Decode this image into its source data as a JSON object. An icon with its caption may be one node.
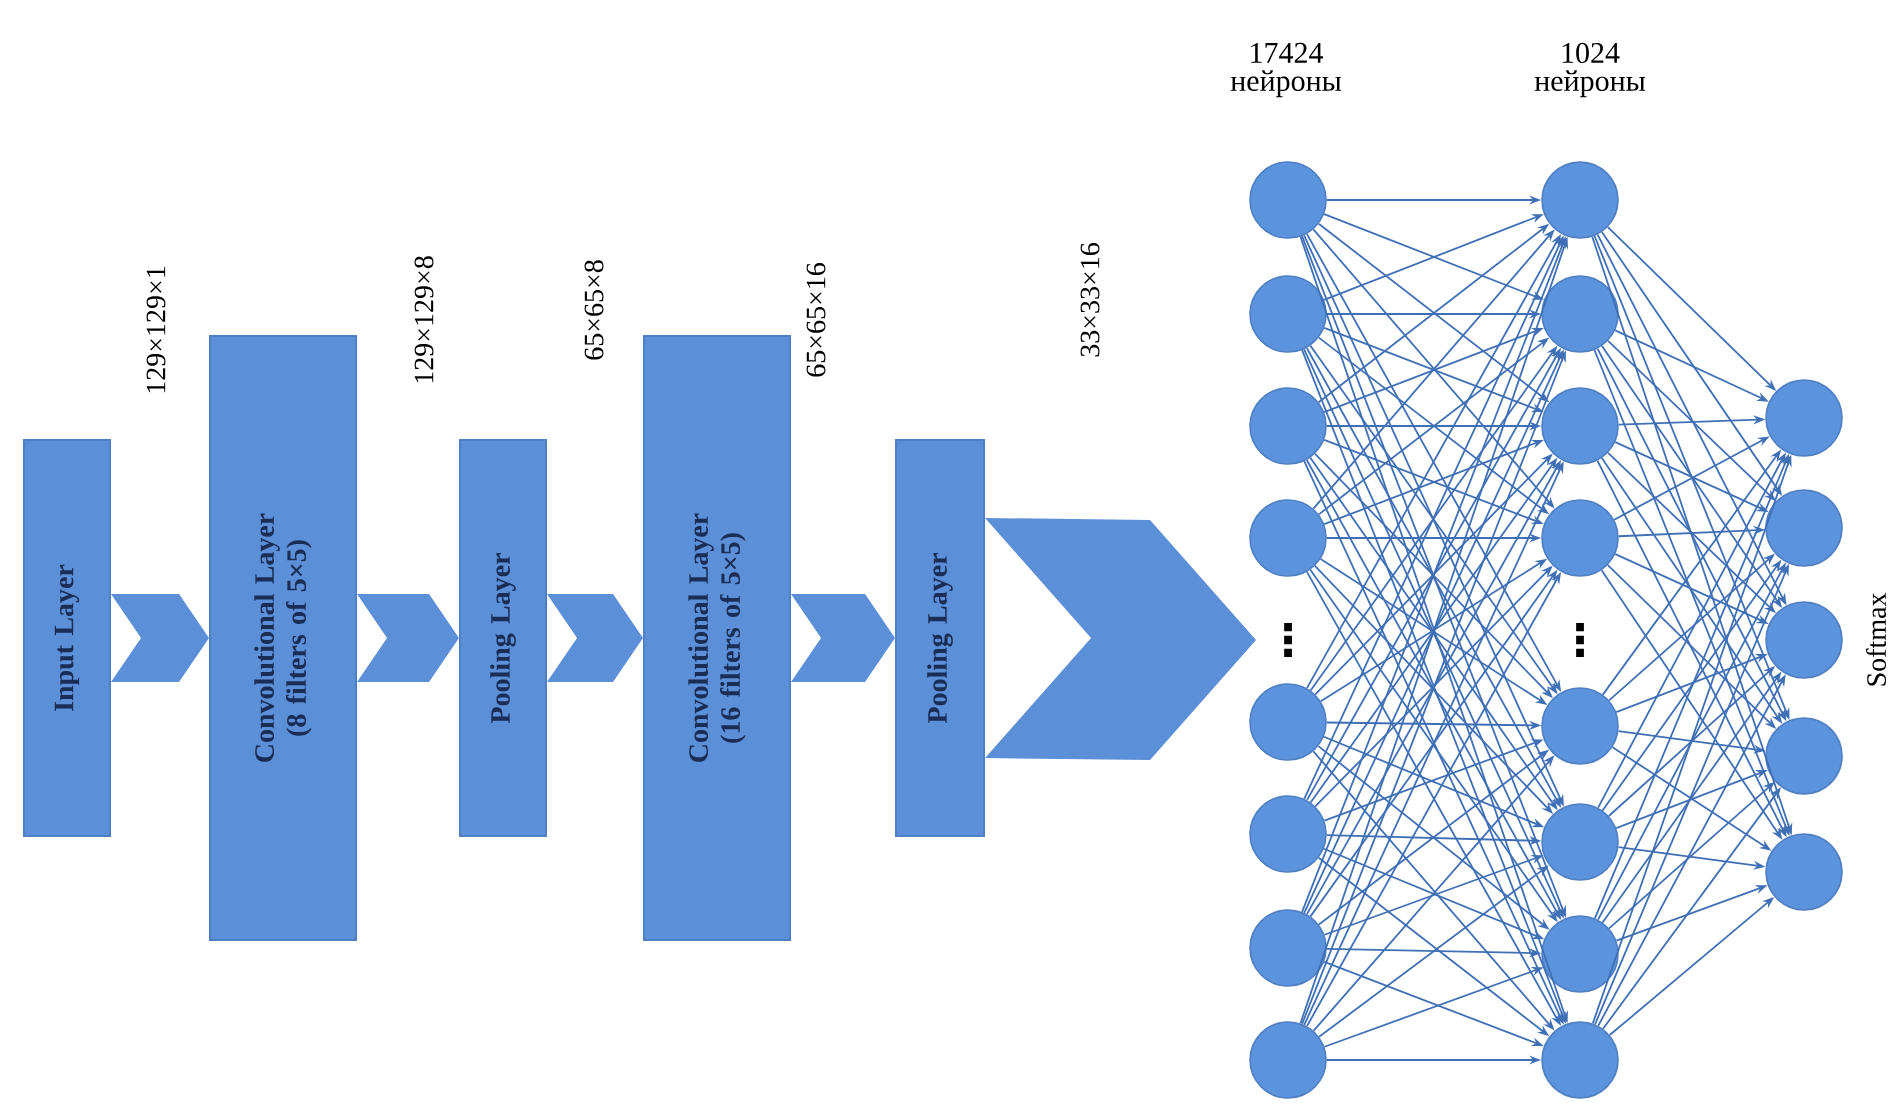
{
  "diagram": {
    "nodes": [
      {
        "text": [
          "Input Layer"
        ]
      },
      {
        "text": [
          "Convolutional Layer (8 filters of 5×5)"
        ]
      },
      {
        "text": [
          "Pooling Layer"
        ]
      },
      {
        "text": [
          "Convolutional Layer (16 filters of 5×5)"
        ]
      },
      {
        "text": [
          "Pooling Layer"
        ]
      },
      {
        "text": [],
        "shape": "circle"
      },
      {
        "text": [],
        "shape": "circle"
      },
      {
        "text": [],
        "shape": "circle"
      },
      {
        "text": [],
        "shape": "circle"
      },
      {
        "text": [],
        "shape": "circle"
      },
      {
        "text": [],
        "shape": "circle"
      },
      {
        "text": [],
        "shape": "circle"
      },
      {
        "text": [],
        "shape": "circle"
      },
      {
        "text": [],
        "shape": "circle"
      },
      {
        "text": [],
        "shape": "circle"
      },
      {
        "text": [],
        "shape": "circle"
      },
      {
        "text": [],
        "shape": "circle"
      },
      {
        "text": [],
        "shape": "circle"
      },
      {
        "text": [],
        "shape": "circle"
      },
      {
        "text": [],
        "shape": "circle"
      },
      {
        "text": [],
        "shape": "circle"
      },
      {
        "text": [],
        "shape": "circle"
      },
      {
        "text": [],
        "shape": "circle"
      },
      {
        "text": [],
        "shape": "circle"
      },
      {
        "text": [],
        "shape": "circle"
      },
      {
        "text": [],
        "shape": "circle"
      }
    ],
    "edges": [
      {
        "from": 0,
        "to": 1,
        "arrow": "to",
        "style": "thick"
      },
      {
        "from": 1,
        "to": 2,
        "arrow": "to",
        "style": "thick"
      },
      {
        "from": 2,
        "to": 3,
        "arrow": "to",
        "style": "thick"
      },
      {
        "from": 3,
        "to": 4,
        "arrow": "to",
        "style": "thick"
      },
      {
        "from": 4,
        "to": null,
        "arrow": "to",
        "style": "thick"
      },
      {
        "from": 5,
        "to": 13,
        "arrow": "to"
      },
      {
        "from": 5,
        "to": 14,
        "arrow": "to"
      },
      {
        "from": 5,
        "to": 15,
        "arrow": "to"
      },
      {
        "from": 5,
        "to": 16,
        "arrow": "to"
      },
      {
        "from": 5,
        "to": 17,
        "arrow": "to"
      },
      {
        "from": 5,
        "to": 18,
        "arrow": "to"
      },
      {
        "from": 5,
        "to": 19,
        "arrow": "to"
      },
      {
        "from": 5,
        "to": 20,
        "arrow": "to"
      },
      {
        "from": 6,
        "to": 13,
        "arrow": "to"
      },
      {
        "from": 6,
        "to": 14,
        "arrow": "to"
      },
      {
        "from": 6,
        "to": 15,
        "arrow": "to"
      },
      {
        "from": 6,
        "to": 16,
        "arrow": "to"
      },
      {
        "from": 6,
        "to": 17,
        "arrow": "to"
      },
      {
        "from": 6,
        "to": 18,
        "arrow": "to"
      },
      {
        "from": 6,
        "to": 19,
        "arrow": "to"
      },
      {
        "from": 6,
        "to": 20,
        "arrow": "to"
      },
      {
        "from": 7,
        "to": 13,
        "arrow": "to"
      },
      {
        "from": 7,
        "to": 14,
        "arrow": "to"
      },
      {
        "from": 7,
        "to": 15,
        "arrow": "to"
      },
      {
        "from": 7,
        "to": 16,
        "arrow": "to"
      },
      {
        "from": 7,
        "to": 17,
        "arrow": "to"
      },
      {
        "from": 7,
        "to": 18,
        "arrow": "to"
      },
      {
        "from": 7,
        "to": 19,
        "arrow": "to"
      },
      {
        "from": 7,
        "to": 20,
        "arrow": "to"
      },
      {
        "from": 8,
        "to": 13,
        "arrow": "to"
      },
      {
        "from": 8,
        "to": 14,
        "arrow": "to"
      },
      {
        "from": 8,
        "to": 15,
        "arrow": "to"
      },
      {
        "from": 8,
        "to": 16,
        "arrow": "to"
      },
      {
        "from": 8,
        "to": 17,
        "arrow": "to"
      },
      {
        "from": 8,
        "to": 18,
        "arrow": "to"
      },
      {
        "from": 8,
        "to": 19,
        "arrow": "to"
      },
      {
        "from": 8,
        "to": 20,
        "arrow": "to"
      },
      {
        "from": 9,
        "to": 13,
        "arrow": "to"
      },
      {
        "from": 9,
        "to": 14,
        "arrow": "to"
      },
      {
        "from": 9,
        "to": 15,
        "arrow": "to"
      },
      {
        "from": 9,
        "to": 16,
        "arrow": "to"
      },
      {
        "from": 9,
        "to": 17,
        "arrow": "to"
      },
      {
        "from": 9,
        "to": 18,
        "arrow": "to"
      },
      {
        "from": 9,
        "to": 19,
        "arrow": "to"
      },
      {
        "from": 9,
        "to": 20,
        "arrow": "to"
      },
      {
        "from": 10,
        "to": 13,
        "arrow": "to"
      },
      {
        "from": 10,
        "to": 14,
        "arrow": "to"
      },
      {
        "from": 10,
        "to": 15,
        "arrow": "to"
      },
      {
        "from": 10,
        "to": 16,
        "arrow": "to"
      },
      {
        "from": 10,
        "to": 17,
        "arrow": "to"
      },
      {
        "from": 10,
        "to": 18,
        "arrow": "to"
      },
      {
        "from": 10,
        "to": 19,
        "arrow": "to"
      },
      {
        "from": 10,
        "to": 20,
        "arrow": "to"
      },
      {
        "from": 11,
        "to": 13,
        "arrow": "to"
      },
      {
        "from": 11,
        "to": 14,
        "arrow": "to"
      },
      {
        "from": 11,
        "to": 15,
        "arrow": "to"
      },
      {
        "from": 11,
        "to": 16,
        "arrow": "to"
      },
      {
        "from": 11,
        "to": 17,
        "arrow": "to"
      },
      {
        "from": 11,
        "to": 18,
        "arrow": "to"
      },
      {
        "from": 11,
        "to": 19,
        "arrow": "to"
      },
      {
        "from": 11,
        "to": 20,
        "arrow": "to"
      },
      {
        "from": 12,
        "to": 13,
        "arrow": "to"
      },
      {
        "from": 12,
        "to": 14,
        "arrow": "to"
      },
      {
        "from": 12,
        "to": 15,
        "arrow": "to"
      },
      {
        "from": 12,
        "to": 16,
        "arrow": "to"
      },
      {
        "from": 12,
        "to": 17,
        "arrow": "to"
      },
      {
        "from": 12,
        "to": 18,
        "arrow": "to"
      },
      {
        "from": 12,
        "to": 19,
        "arrow": "to"
      },
      {
        "from": 12,
        "to": 20,
        "arrow": "to"
      },
      {
        "from": 13,
        "to": 21,
        "arrow": "to"
      },
      {
        "from": 13,
        "to": 22,
        "arrow": "to"
      },
      {
        "from": 13,
        "to": 23,
        "arrow": "to"
      },
      {
        "from": 13,
        "to": 24,
        "arrow": "to"
      },
      {
        "from": 13,
        "to": 25,
        "arrow": "to"
      },
      {
        "from": 14,
        "to": 21,
        "arrow": "to"
      },
      {
        "from": 14,
        "to": 22,
        "arrow": "to"
      },
      {
        "from": 14,
        "to": 23,
        "arrow": "to"
      },
      {
        "from": 14,
        "to": 24,
        "arrow": "to"
      },
      {
        "from": 14,
        "to": 25,
        "arrow": "to"
      },
      {
        "from": 15,
        "to": 21,
        "arrow": "to"
      },
      {
        "from": 15,
        "to": 22,
        "arrow": "to"
      },
      {
        "from": 15,
        "to": 23,
        "arrow": "to"
      },
      {
        "from": 15,
        "to": 24,
        "arrow": "to"
      },
      {
        "from": 15,
        "to": 25,
        "arrow": "to"
      },
      {
        "from": 16,
        "to": 21,
        "arrow": "to"
      },
      {
        "from": 16,
        "to": 22,
        "arrow": "to"
      },
      {
        "from": 16,
        "to": 23,
        "arrow": "to"
      },
      {
        "from": 16,
        "to": 24,
        "arrow": "to"
      },
      {
        "from": 16,
        "to": 25,
        "arrow": "to"
      },
      {
        "from": 17,
        "to": 21,
        "arrow": "to"
      },
      {
        "from": 17,
        "to": 22,
        "arrow": "to"
      },
      {
        "from": 17,
        "to": 23,
        "arrow": "to"
      },
      {
        "from": 17,
        "to": 24,
        "arrow": "to"
      },
      {
        "from": 17,
        "to": 25,
        "arrow": "to"
      },
      {
        "from": 18,
        "to": 21,
        "arrow": "to"
      },
      {
        "from": 18,
        "to": 22,
        "arrow": "to"
      },
      {
        "from": 18,
        "to": 23,
        "arrow": "to"
      },
      {
        "from": 18,
        "to": 24,
        "arrow": "to"
      },
      {
        "from": 18,
        "to": 25,
        "arrow": "to"
      },
      {
        "from": 19,
        "to": 21,
        "arrow": "to"
      },
      {
        "from": 19,
        "to": 22,
        "arrow": "to"
      },
      {
        "from": 19,
        "to": 23,
        "arrow": "to"
      },
      {
        "from": 19,
        "to": 24,
        "arrow": "to"
      },
      {
        "from": 19,
        "to": 25,
        "arrow": "to"
      },
      {
        "from": 20,
        "to": 21,
        "arrow": "to"
      },
      {
        "from": 20,
        "to": 22,
        "arrow": "to"
      },
      {
        "from": 20,
        "to": 23,
        "arrow": "to"
      },
      {
        "from": 20,
        "to": 24,
        "arrow": "to"
      },
      {
        "from": 20,
        "to": 25,
        "arrow": "to"
      }
    ],
    "labels": [
      "129×129×1",
      "129×129×8",
      "65×65×8",
      "65×65×16",
      "33×33×16",
      "17424 нейроны",
      "1024 нейроны",
      "⋮",
      "⋮",
      "Softmax"
    ]
  }
}
